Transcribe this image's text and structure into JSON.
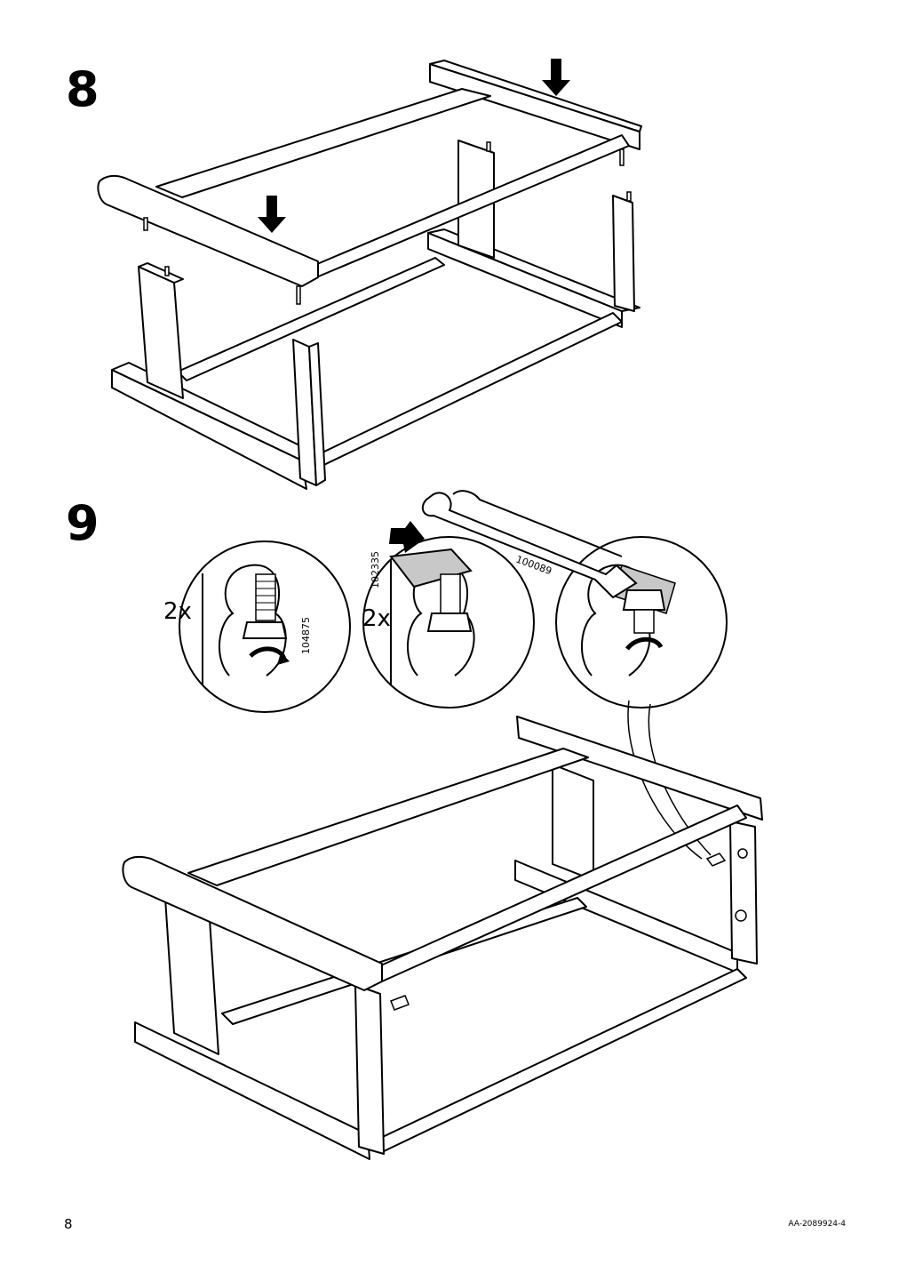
{
  "steps": [
    {
      "number": "8"
    },
    {
      "number": "9",
      "details": [
        {
          "quantity": "2x",
          "part_number": "104875"
        },
        {
          "quantity": "2x",
          "part_number": "102335"
        },
        {
          "tool_number": "100089"
        }
      ]
    }
  ],
  "footer": {
    "page_number": "8",
    "document_code": "AA-2089924-4"
  },
  "icons": [
    "down-arrow-icon",
    "rotate-arrow-icon",
    "wrench-icon",
    "nut-icon",
    "bolt-icon",
    "washer-icon"
  ]
}
